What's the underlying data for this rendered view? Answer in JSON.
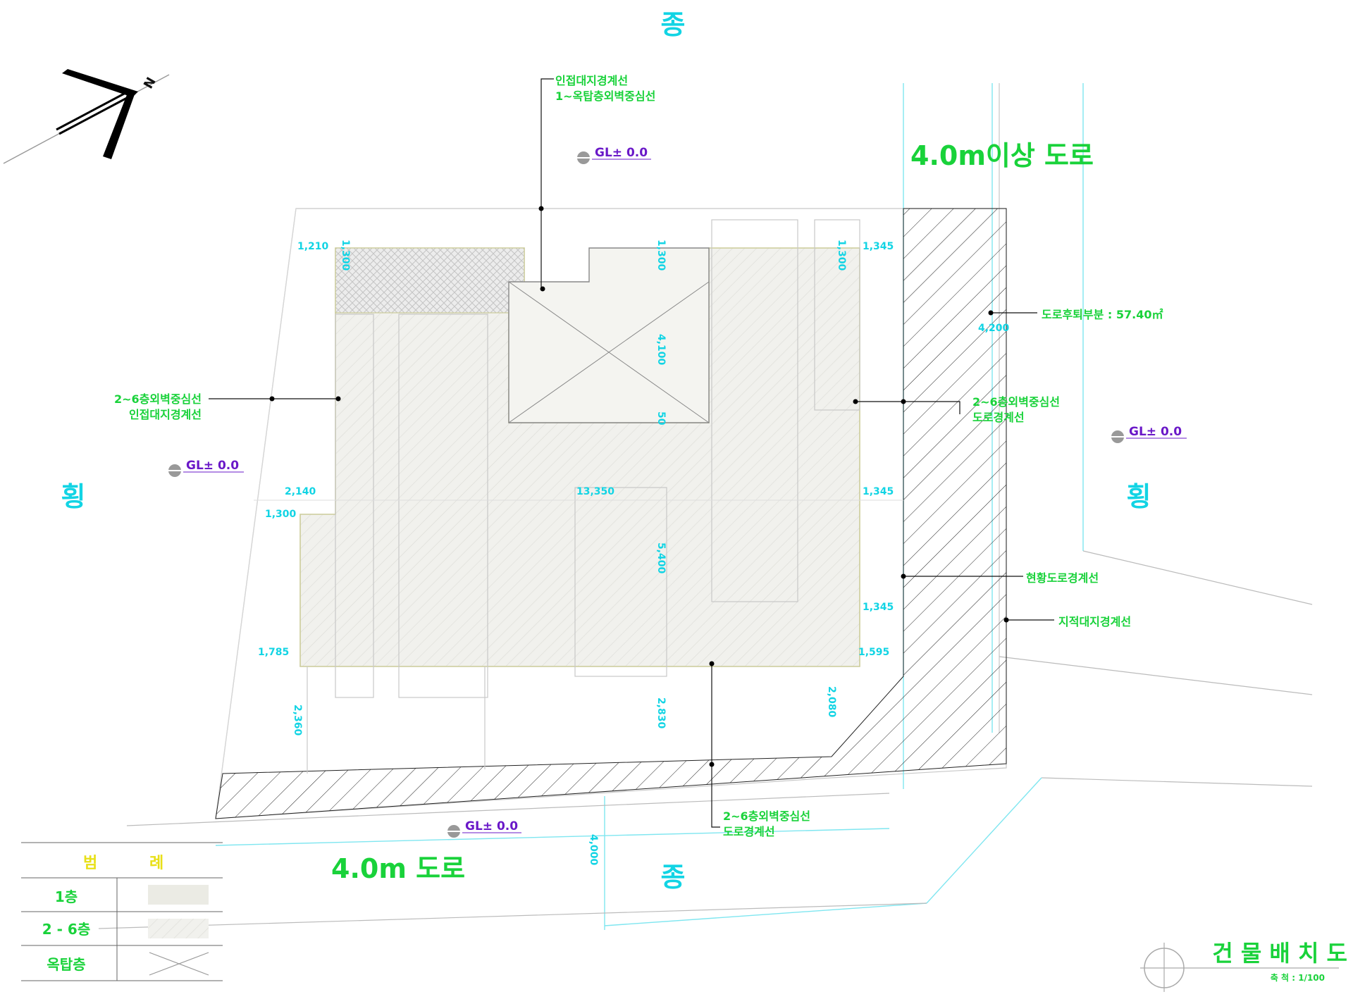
{
  "directions": {
    "top": "종",
    "bottom": "종",
    "left": "횡",
    "right": "횡"
  },
  "roads": {
    "right": "4.0m이상 도로",
    "bottom": "4.0m 도로"
  },
  "levels": [
    "GL± 0.0",
    "GL± 0.0",
    "GL± 0.0",
    "GL± 0.0"
  ],
  "callouts": {
    "top": [
      "인접대지경계선",
      "1~옥탑층외벽중심선"
    ],
    "left": [
      "2~6층외벽중심선",
      "인접대지경계선"
    ],
    "right_mid": [
      "2~6층외벽중심선",
      "도로경계선"
    ],
    "bottom": [
      "2~6층외벽중심선",
      "도로경계선"
    ],
    "setback": "도로후퇴부분 : 57.40㎡",
    "current_road": "현황도로경계선",
    "cadastral": "지적대지경계선"
  },
  "dimensions": {
    "top_left": "1,210",
    "top_right": "1,345",
    "v_top_left": "1,300",
    "v_top_mid": "1,300",
    "v_top_right": "1,300",
    "inner_v1": "4,100",
    "inner_v2": "50",
    "inner_v3": "5,400",
    "left_mid": "2,140",
    "left_lower": "1,300",
    "center_w": "13,350",
    "right_mid": "1,345",
    "right_lower": "1,345",
    "bottom_left": "1,785",
    "bottom_right": "1,595",
    "road_setback": "4,200",
    "bv1": "2,360",
    "bv2": "2,830",
    "bv3": "2,080",
    "bv4": "4,000"
  },
  "legend": {
    "header": [
      "범",
      "례"
    ],
    "rows": [
      "1층",
      "2 - 6층",
      "옥탑층"
    ]
  },
  "title": {
    "name": "건 물 배 치 도",
    "scale": "축    척 : 1/100"
  },
  "north_label": "N"
}
